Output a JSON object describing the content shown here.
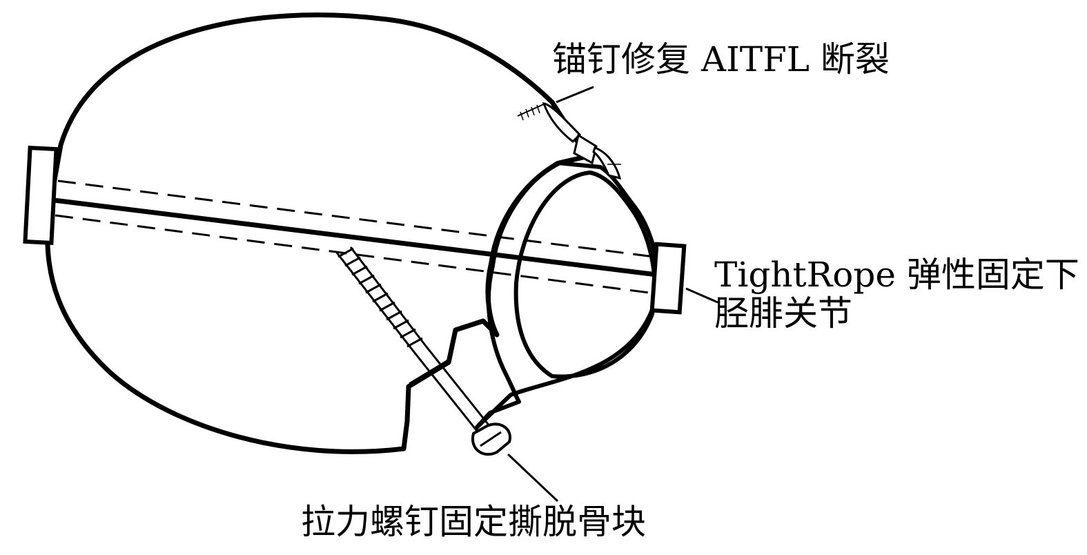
{
  "labels": {
    "anchor_repair": "锚钉修复 AITFL 断裂",
    "tightrope_line1": "TightRope 弹性固定下",
    "tightrope_line2": "胫腓关节",
    "lag_screw": "拉力螺钉固定撕脱骨块"
  },
  "colors": {
    "stroke": "#000000",
    "background": "#ffffff"
  }
}
